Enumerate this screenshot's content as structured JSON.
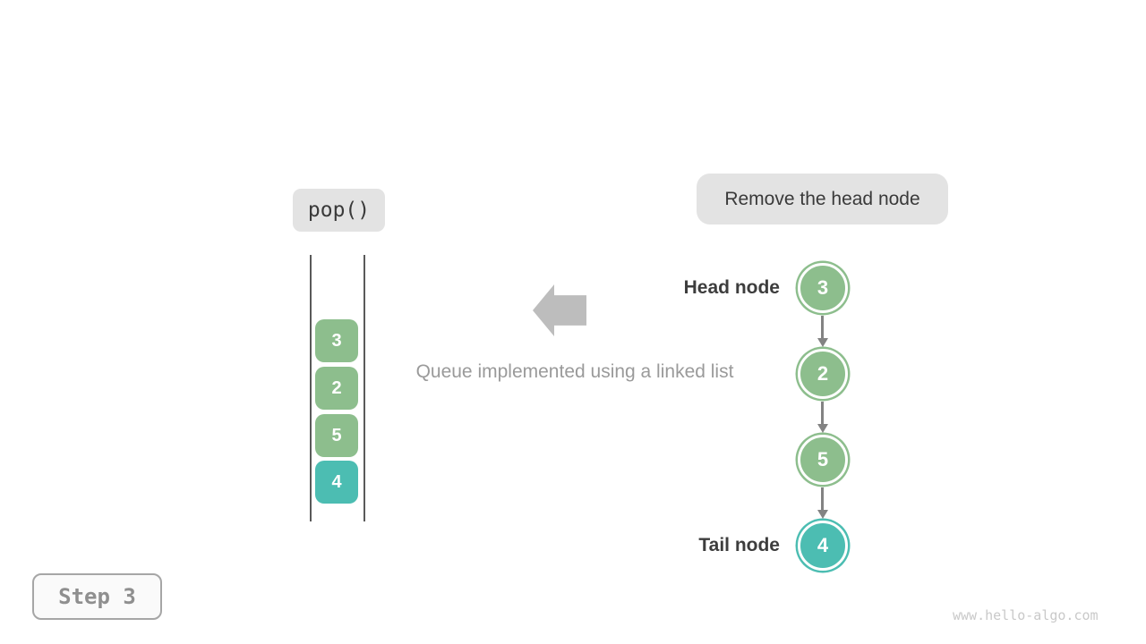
{
  "operation": {
    "label": "pop()"
  },
  "annotation": {
    "label": "Remove the head node"
  },
  "caption": {
    "text": "Queue implemented using a linked list"
  },
  "queue": {
    "items": [
      {
        "value": "3",
        "color": "#8DBE8D"
      },
      {
        "value": "2",
        "color": "#8DBE8D"
      },
      {
        "value": "5",
        "color": "#8DBE8D"
      },
      {
        "value": "4",
        "color": "#4CBDB2"
      }
    ]
  },
  "linked_list": {
    "head_label": "Head node",
    "tail_label": "Tail node",
    "nodes": [
      {
        "value": "3",
        "color": "#8DBE8D"
      },
      {
        "value": "2",
        "color": "#8DBE8D"
      },
      {
        "value": "5",
        "color": "#8DBE8D"
      },
      {
        "value": "4",
        "color": "#4CBDB2"
      }
    ]
  },
  "step": {
    "label": "Step 3"
  },
  "watermark": {
    "text": "www.hello-algo.com"
  },
  "colors": {
    "node_green": "#8DBE8D",
    "node_teal": "#4CBDB2",
    "block_arrow_gray": "#BDBDBD",
    "link_arrow_gray": "#838383",
    "label_bg": "#E3E3E3"
  }
}
